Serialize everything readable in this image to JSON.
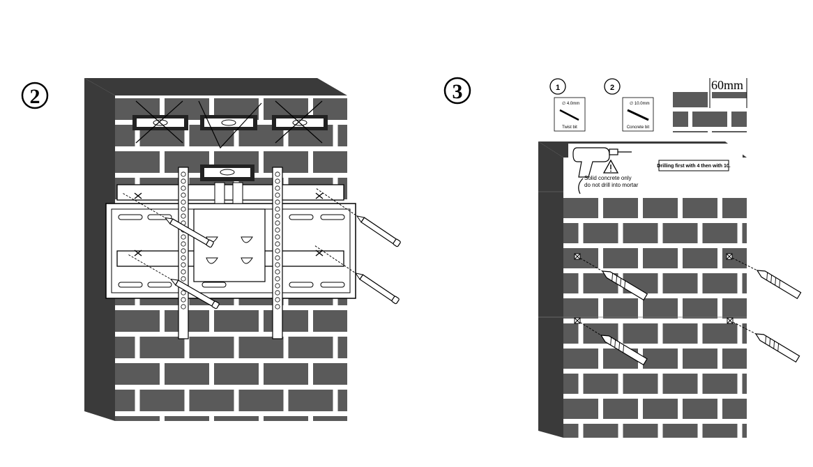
{
  "step2": {
    "number": "2"
  },
  "step3": {
    "number": "3",
    "bit1": {
      "number": "1",
      "size": "∅ 4.0mm",
      "label": "Twist bit"
    },
    "bit2": {
      "number": "2",
      "size": "∅ 10.0mm",
      "label": "Concrete bit"
    },
    "depth": "60mm",
    "warning_line1": "Solid concrete only",
    "warning_line2": "do not drill into mortar",
    "note": "Drilling first with 4 then with 10."
  },
  "icons": [
    "spirit-level-icon",
    "pencil-icon",
    "drill-icon",
    "warning-icon",
    "twist-bit-icon",
    "concrete-bit-icon"
  ],
  "colors": {
    "brick": "#5a5a5a",
    "mortar": "#ffffff",
    "wall_side": "#3a3a3a"
  }
}
